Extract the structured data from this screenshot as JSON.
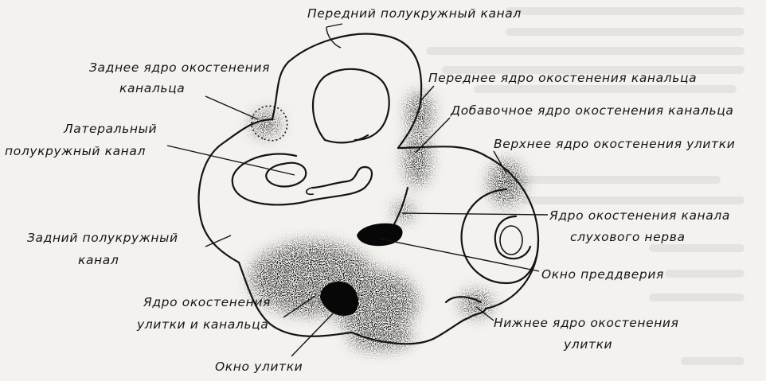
{
  "labels": {
    "anterior_canal": "Передний полукружный канал",
    "posterior_canal_nucleus_1": "Заднее ядро окостенения",
    "posterior_canal_nucleus_2": "канальца",
    "anterior_canal_nucleus": "Переднее ядро окостенения канальца",
    "accessory_nucleus": "Добавочное ядро окостенения канальца",
    "lateral_canal_1": "Латеральный",
    "lateral_canal_2": "полукружный канал",
    "superior_cochlea_nucleus": "Верхнее ядро окостенения улитки",
    "auditory_canal_nucleus_1": "Ядро окостенения канала",
    "auditory_canal_nucleus_2": "слухового нерва",
    "posterior_canal_1": "Задний полукружный",
    "posterior_canal_2": "канал",
    "oval_window": "Окно преддверия",
    "cochlea_canal_nucleus_1": "Ядро окостенения",
    "cochlea_canal_nucleus_2": "улитки и канальца",
    "inferior_cochlea_nucleus_1": "Нижнее ядро окостенения",
    "inferior_cochlea_nucleus_2": "улитки",
    "round_window": "Окно улитки"
  }
}
